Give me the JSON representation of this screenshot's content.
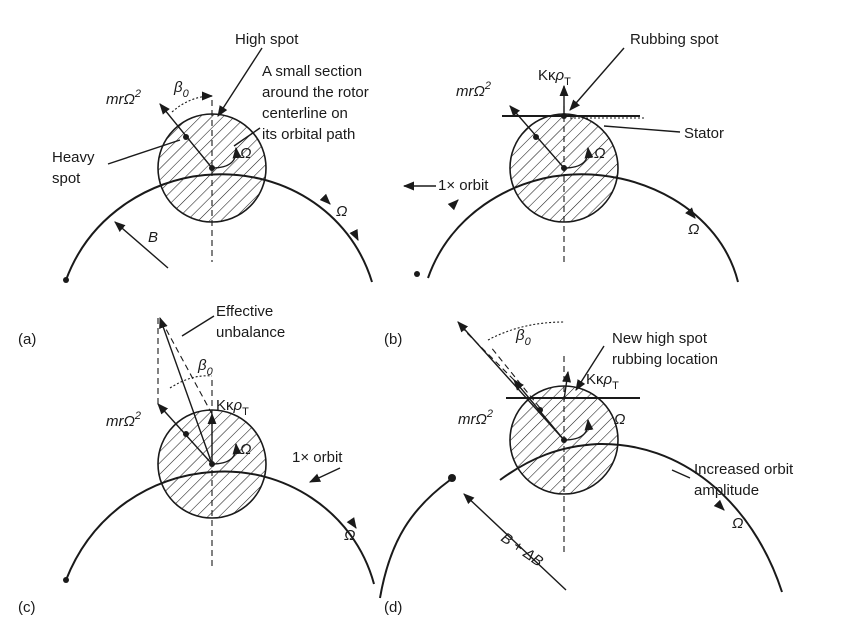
{
  "panels": {
    "a": {
      "tag": "(a)",
      "high_spot": "High spot",
      "small_section": [
        "A small section",
        "around the rotor",
        "centerline on",
        "its orbital path"
      ],
      "heavy_spot": [
        "Heavy",
        "spot"
      ],
      "mr": "mr",
      "omega": "Ω",
      "omega_sup": "2",
      "beta": "β",
      "beta_sub": "0",
      "radius": "B"
    },
    "b": {
      "tag": "(b)",
      "rubbing_spot": "Rubbing spot",
      "stator": "Stator",
      "orbit": "1× orbit",
      "mr": "mr",
      "omega": "Ω",
      "omega_sup": "2",
      "kk": "Kκ",
      "rho": "ρ",
      "rho_sub": "T"
    },
    "c": {
      "tag": "(c)",
      "effective_unbalance": [
        "Effective",
        "unbalance"
      ],
      "orbit": "1× orbit",
      "mr": "mr",
      "omega": "Ω",
      "omega_sup": "2",
      "beta": "β",
      "beta_sub": "0",
      "kk": "Kκ",
      "rho": "ρ",
      "rho_sub": "T"
    },
    "d": {
      "tag": "(d)",
      "new_high_spot": [
        "New high spot",
        "rubbing location"
      ],
      "increased_orbit": [
        "Increased orbit",
        "amplitude"
      ],
      "mr": "mr",
      "omega": "Ω",
      "omega_sup": "2",
      "beta": "β",
      "beta_sub": "0",
      "kk": "Kκ",
      "rho": "ρ",
      "rho_sub": "T",
      "radius": "B + ΔB"
    }
  }
}
